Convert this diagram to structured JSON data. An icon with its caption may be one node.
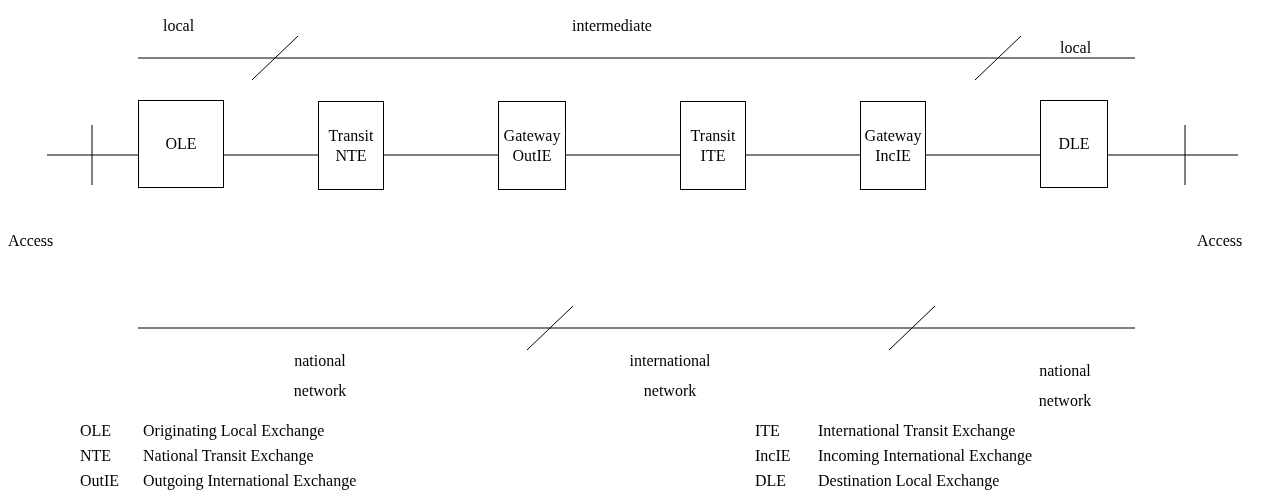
{
  "diagram": {
    "nodes": [
      {
        "text": [
          "OLE"
        ]
      },
      {
        "text": [
          "Transit NTE"
        ]
      },
      {
        "text": [
          "Gateway OutIE"
        ]
      },
      {
        "text": [
          "Transit ITE"
        ]
      },
      {
        "text": [
          "Gateway IncIE"
        ]
      },
      {
        "text": [
          "DLE"
        ]
      }
    ],
    "edges": [
      {
        "from": null,
        "to": 0,
        "arrow": "none"
      },
      {
        "from": 0,
        "to": 1,
        "arrow": "none"
      },
      {
        "from": 1,
        "to": 2,
        "arrow": "none"
      },
      {
        "from": 2,
        "to": 3,
        "arrow": "none"
      },
      {
        "from": 3,
        "to": 4,
        "arrow": "none"
      },
      {
        "from": 4,
        "to": 5,
        "arrow": "none"
      },
      {
        "from": 5,
        "to": null,
        "arrow": "none"
      }
    ],
    "labels": [
      "local",
      "intermediate",
      "local",
      "Access",
      "Access",
      "national network",
      "international network",
      "national network",
      "OLE",
      "Originating Local Exchange",
      "ITE",
      "International Transit Exchange",
      "NTE",
      "National Transit Exchange",
      "IncIE",
      "Incoming International Exchange",
      "OutIE",
      "Outgoing International Exchange",
      "DLE",
      "Destination Local Exchange"
    ]
  }
}
